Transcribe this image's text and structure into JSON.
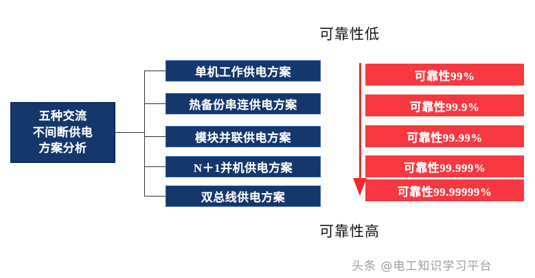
{
  "diagram": {
    "root": {
      "lines": [
        "五种交流",
        "不间断供电",
        "方案分析"
      ],
      "fill_color": "#15376B",
      "text_color": "#FFFFFF"
    },
    "branches": [
      {
        "label": "单机工作供电方案"
      },
      {
        "label": "热备份串连供电方案"
      },
      {
        "label": "模块并联供电方案"
      },
      {
        "label": "N＋1并机供电方案"
      },
      {
        "label": "双总线供电方案"
      }
    ],
    "reliability": [
      {
        "label": "可靠性99%"
      },
      {
        "label": "可靠性99.9%"
      },
      {
        "label": "可靠性99.99%"
      },
      {
        "label": "可靠性99.999%"
      },
      {
        "label": "可靠性99.99999%"
      }
    ],
    "reliability_fill_color": "#F73840",
    "axis": {
      "top_label": "可靠性低",
      "bottom_label": "可靠性高",
      "arrow_color": "#F22B2B",
      "arrow_direction": "down"
    }
  },
  "watermark": {
    "text": "头条 @电工知识学习平台"
  }
}
